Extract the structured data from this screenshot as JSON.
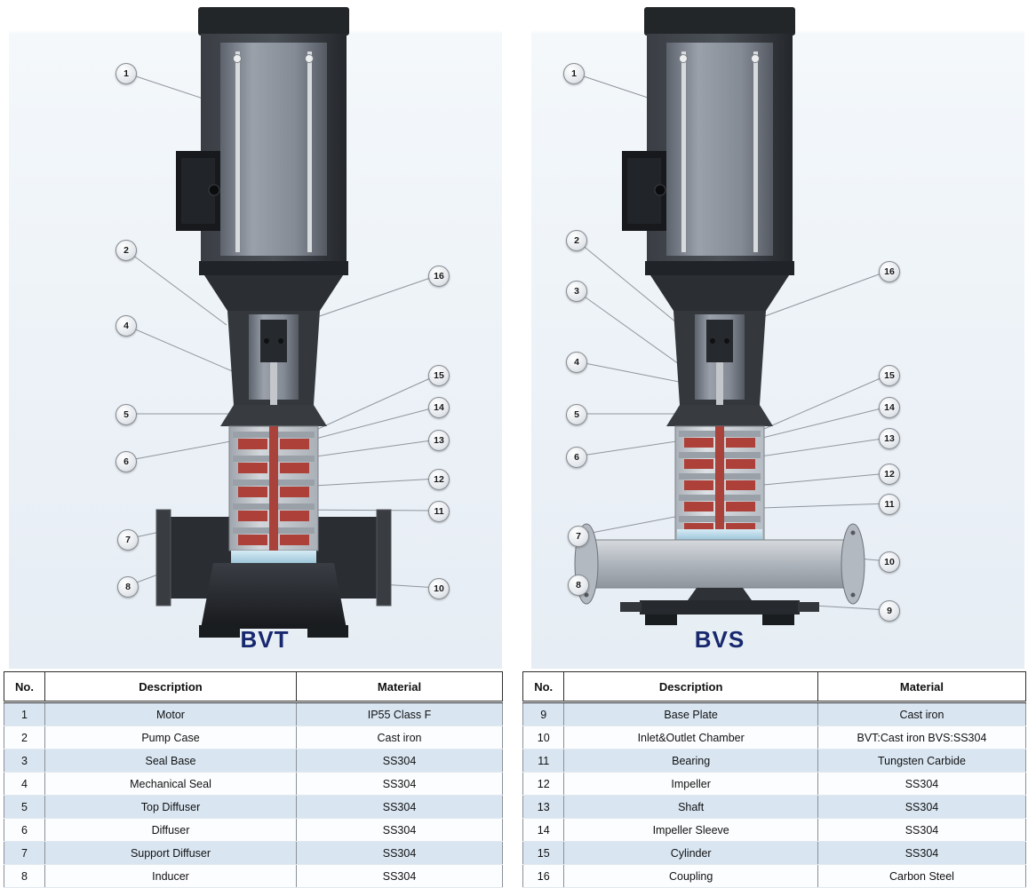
{
  "panels": {
    "left": {
      "label": "BVT",
      "callouts": [
        {
          "n": "1"
        },
        {
          "n": "2"
        },
        {
          "n": "4"
        },
        {
          "n": "5"
        },
        {
          "n": "6"
        },
        {
          "n": "7"
        },
        {
          "n": "8"
        },
        {
          "n": "16"
        },
        {
          "n": "15"
        },
        {
          "n": "14"
        },
        {
          "n": "13"
        },
        {
          "n": "12"
        },
        {
          "n": "11"
        },
        {
          "n": "10"
        }
      ]
    },
    "right": {
      "label": "BVS",
      "callouts": [
        {
          "n": "1"
        },
        {
          "n": "2"
        },
        {
          "n": "3"
        },
        {
          "n": "4"
        },
        {
          "n": "5"
        },
        {
          "n": "6"
        },
        {
          "n": "7"
        },
        {
          "n": "8"
        },
        {
          "n": "16"
        },
        {
          "n": "15"
        },
        {
          "n": "14"
        },
        {
          "n": "13"
        },
        {
          "n": "12"
        },
        {
          "n": "11"
        },
        {
          "n": "10"
        },
        {
          "n": "9"
        }
      ]
    }
  },
  "tables": {
    "headers": {
      "no": "No.",
      "description": "Description",
      "material": "Material"
    },
    "left": {
      "rows": [
        {
          "no": "1",
          "description": "Motor",
          "material": "IP55 Class F"
        },
        {
          "no": "2",
          "description": "Pump Case",
          "material": "Cast iron"
        },
        {
          "no": "3",
          "description": "Seal Base",
          "material": "SS304"
        },
        {
          "no": "4",
          "description": "Mechanical Seal",
          "material": "SS304"
        },
        {
          "no": "5",
          "description": "Top Diffuser",
          "material": "SS304"
        },
        {
          "no": "6",
          "description": "Diffuser",
          "material": "SS304"
        },
        {
          "no": "7",
          "description": "Support Diffuser",
          "material": "SS304"
        },
        {
          "no": "8",
          "description": "Inducer",
          "material": "SS304"
        }
      ]
    },
    "right": {
      "rows": [
        {
          "no": "9",
          "description": "Base Plate",
          "material": "Cast iron"
        },
        {
          "no": "10",
          "description": "Inlet&Outlet Chamber",
          "material": "BVT:Cast iron BVS:SS304"
        },
        {
          "no": "11",
          "description": "Bearing",
          "material": "Tungsten Carbide"
        },
        {
          "no": "12",
          "description": "Impeller",
          "material": "SS304"
        },
        {
          "no": "13",
          "description": "Shaft",
          "material": "SS304"
        },
        {
          "no": "14",
          "description": "Impeller Sleeve",
          "material": "SS304"
        },
        {
          "no": "15",
          "description": "Cylinder",
          "material": "SS304"
        },
        {
          "no": "16",
          "description": "Coupling",
          "material": "Carbon Steel"
        }
      ]
    }
  },
  "colors": {
    "label_navy": "#17286e",
    "row_alt_blue": "#d9e6f2",
    "impeller_red": "#ad4038"
  }
}
